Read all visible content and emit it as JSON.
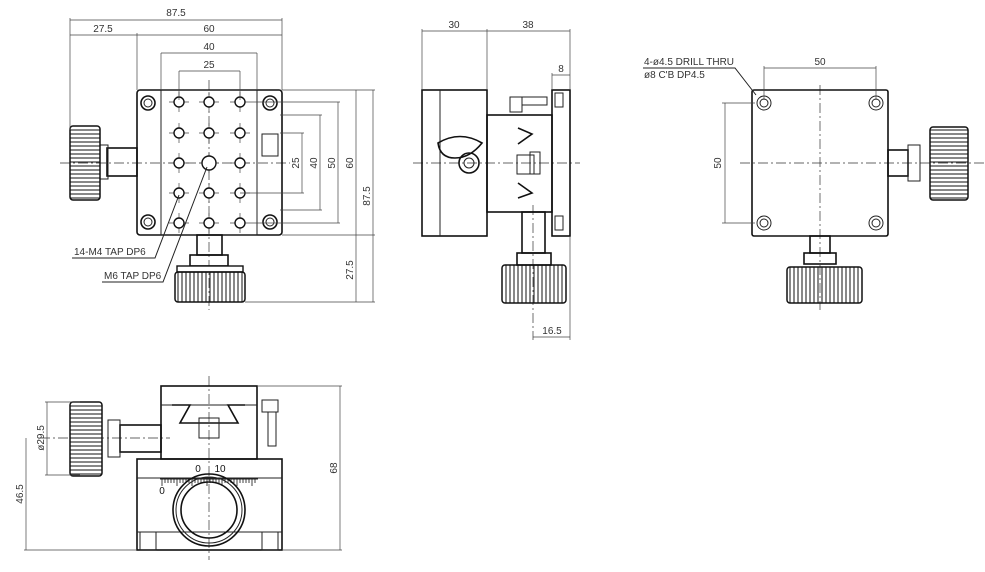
{
  "top_view": {
    "dims": {
      "overall_w": "87.5",
      "knob_w": "27.5",
      "body_w": "60",
      "holes_40": "40",
      "holes_25": "25",
      "v25": "25",
      "v40": "40",
      "v50": "50",
      "v60": "60",
      "v87_5": "87.5",
      "v27_5": "27.5"
    },
    "labels": {
      "m4": "14-M4 TAP DP6",
      "m6": "M6 TAP DP6"
    }
  },
  "side_view": {
    "dims": {
      "d30": "30",
      "d38": "38",
      "d8": "8",
      "d16_5": "16.5"
    }
  },
  "bottom_view": {
    "dims": {
      "d50_h": "50",
      "d50_v": "50"
    },
    "labels": {
      "drill": "4-ø4.5 DRILL THRU",
      "cbore": "ø8 C'B DP4.5"
    }
  },
  "front_view": {
    "dims": {
      "knob_dia": "ø29.5",
      "h46_5": "46.5",
      "h68": "68"
    },
    "scale": {
      "zero_top": "0",
      "ten": "10",
      "zero_bottom": "0"
    }
  }
}
